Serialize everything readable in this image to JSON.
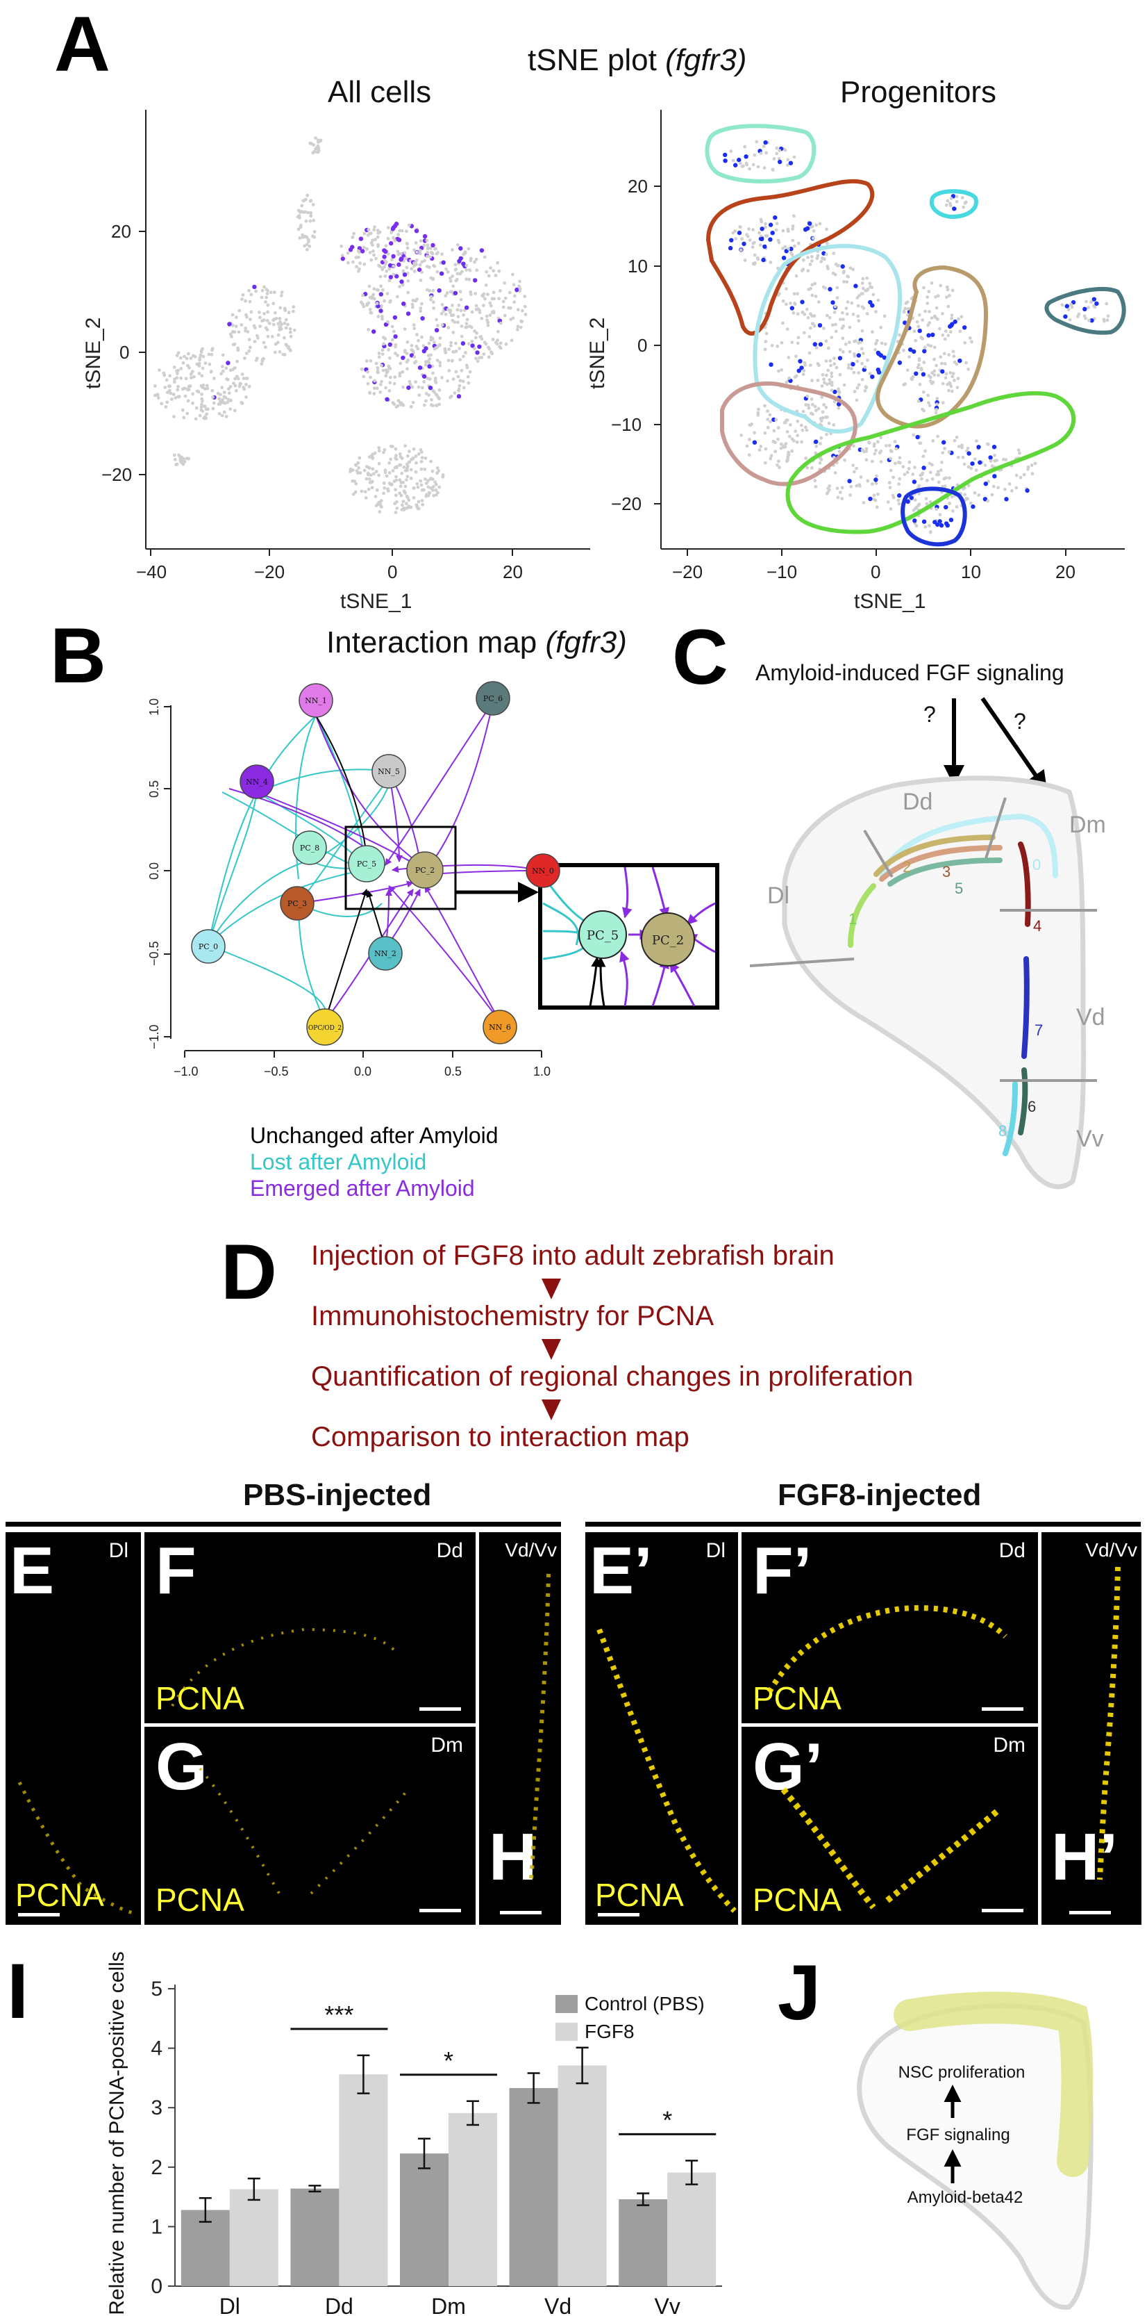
{
  "panelA": {
    "letter": "A",
    "title_prefix": "tSNE plot ",
    "title_gene": "(fgfr3)",
    "left": {
      "subtitle": "All cells",
      "xlabel": "tSNE_1",
      "ylabel": "tSNE_2",
      "xticks": [
        "−40",
        "−20",
        "0",
        "20"
      ],
      "yticks": [
        "20",
        "0",
        "−20"
      ]
    },
    "right": {
      "subtitle": "Progenitors",
      "xlabel": "tSNE_1",
      "ylabel": "tSNE_2",
      "xticks": [
        "−20",
        "−10",
        "0",
        "10",
        "20"
      ],
      "yticks": [
        "20",
        "10",
        "0",
        "−10",
        "−20"
      ]
    }
  },
  "panelB": {
    "letter": "B",
    "title_prefix": "Interaction map ",
    "title_gene": "(fgfr3)",
    "xticks": [
      "−1.0",
      "−0.5",
      "0.0",
      "0.5",
      "1.0"
    ],
    "yticks": [
      "1.0",
      "0.5",
      "0.0",
      "−0.5",
      "−1.0"
    ],
    "nodes": [
      "NN_1",
      "PC_6",
      "NN_5",
      "NN_4",
      "PC_8",
      "PC_5",
      "PC_2",
      "NN_0",
      "PC_3",
      "PC_0",
      "NN_2",
      "OPC/OD_2",
      "NN_6"
    ],
    "zoom_nodes": [
      "PC_5",
      "PC_2"
    ],
    "legend": {
      "unchanged": "Unchanged after Amyloid",
      "lost": "Lost after Amyloid",
      "emerged": "Emerged after Amyloid"
    },
    "colors": {
      "unchanged": "#000000",
      "lost": "#35c6c8",
      "emerged": "#8a2be2"
    }
  },
  "panelC": {
    "letter": "C",
    "title": "Amyloid-induced FGF signaling",
    "question1": "?",
    "question2": "?",
    "regions": [
      "Dd",
      "Dm",
      "Dl",
      "Vd",
      "Vv"
    ],
    "clusters": [
      "0",
      "1",
      "2",
      "3",
      "4",
      "5",
      "6",
      "7",
      "8"
    ]
  },
  "panelD": {
    "letter": "D",
    "steps": [
      "Injection of FGF8 into adult zebrafish brain",
      "Immunohistochemistry for PCNA",
      "Quantification of regional changes in proliferation",
      "Comparison to interaction map"
    ]
  },
  "micrographs": {
    "header_pbs": "PBS-injected",
    "header_fgf8": "FGF8-injected",
    "marker": "PCNA",
    "E": {
      "letter": "E",
      "region": "Dl"
    },
    "F": {
      "letter": "F",
      "region": "Dd"
    },
    "G": {
      "letter": "G",
      "region": "Dm"
    },
    "H": {
      "letter": "H",
      "region": "Vd/Vv"
    },
    "E2": {
      "letter": "E’",
      "region": "Dl"
    },
    "F2": {
      "letter": "F’",
      "region": "Dd"
    },
    "G2": {
      "letter": "G’",
      "region": "Dm"
    },
    "H2": {
      "letter": "H’",
      "region": "Vd/Vv"
    }
  },
  "panelI": {
    "letter": "I"
  },
  "chart_data": {
    "type": "bar",
    "title": "",
    "xlabel": "",
    "ylabel": "Relative number of PCNA-positive cells",
    "ylim": [
      0,
      5
    ],
    "yticks": [
      "0",
      "1",
      "2",
      "3",
      "4",
      "5"
    ],
    "categories": [
      "Dl",
      "Dd",
      "Dm",
      "Vd",
      "Vv"
    ],
    "series": [
      {
        "name": "Control (PBS)",
        "color": "#9e9e9e",
        "values": [
          1.28,
          1.64,
          2.23,
          3.33,
          1.46
        ],
        "errors": [
          0.2,
          0.05,
          0.25,
          0.25,
          0.1
        ]
      },
      {
        "name": "FGF8",
        "color": "#d6d6d6",
        "values": [
          1.63,
          3.56,
          2.91,
          3.71,
          1.91
        ],
        "errors": [
          0.18,
          0.32,
          0.2,
          0.3,
          0.2
        ]
      }
    ],
    "significance": [
      {
        "category": "Dd",
        "label": "***"
      },
      {
        "category": "Dm",
        "label": "*"
      },
      {
        "category": "Vv",
        "label": "*"
      }
    ],
    "legend_position": "top-right"
  },
  "panelJ": {
    "letter": "J",
    "labels": [
      "NSC proliferation",
      "FGF signaling",
      "Amyloid-beta42"
    ]
  }
}
